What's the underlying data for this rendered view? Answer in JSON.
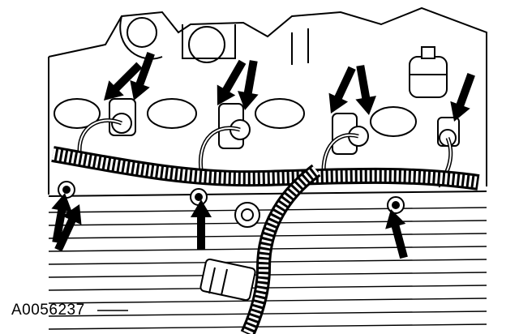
{
  "figure": {
    "code": "A0056237",
    "line_color": "#000000",
    "background_color": "#ffffff"
  },
  "callouts": {
    "arrow_count": 11,
    "arrow_style": "filled-black-arrow"
  }
}
